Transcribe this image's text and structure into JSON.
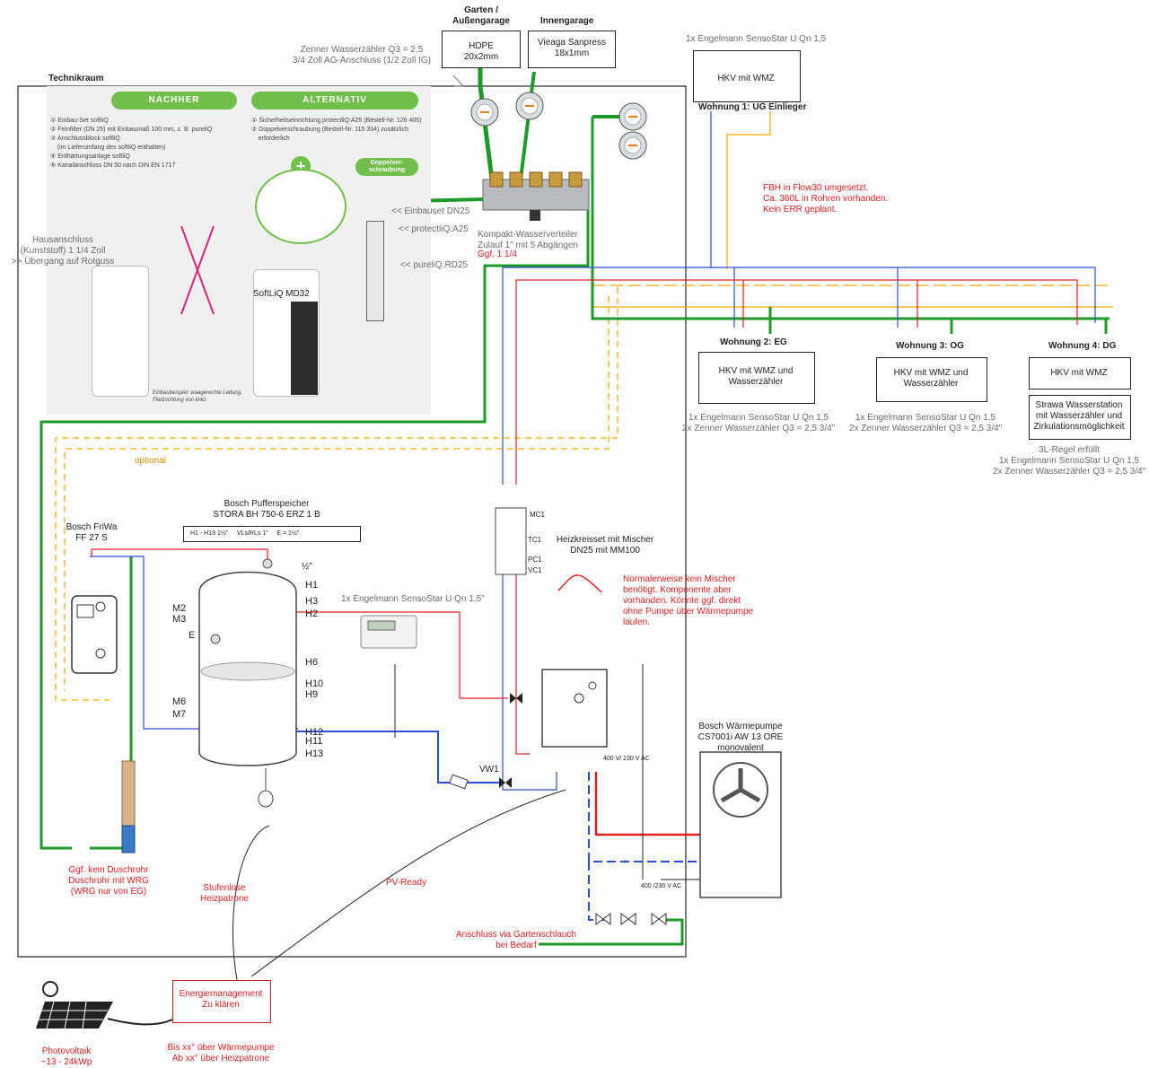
{
  "labels": {
    "technikraum": "Technikraum",
    "garten_title": "Garten /\nAußengarage",
    "innengarage_title": "Innengarage",
    "hdpe": "HDPE\n20x2mm",
    "vieaga": "Vieaga Sanpress\n18x1mm",
    "zenner_main": "Zenner Wasserzähler Q3 = 2,5\n3/4 Zoll AG-Anschluss (1/2 Zoll IG)",
    "engelmann_top": "1x Engelmann SensoStar U Qn 1,5",
    "hkv_wmz_top": "HKV mit WMZ",
    "wohnung1": "Wohnung 1: UG Einlieger",
    "fbh_note": "FBH in Flow30 umgesetzt.\nCa. 360L in Rohren vorhanden.\nKein ERR geplant.",
    "hausanschluss": "Hausanschluss\n(Kunststoff) 1 1/4 Zoll\n>> Übergang auf Rotguss",
    "softliq": "SoftLiQ MD32",
    "einbauset": "<< Einbauset DN25",
    "protectliq": "<< protectliQ:A25",
    "pureliq": "<< pureliQ:RD25",
    "verteiler": "Kompakt-Wasserverteiler\nZulauf 1\" mit 5 Abgängen",
    "verteiler_red": "Ggf. 1 1/4",
    "wohnung2": "Wohnung 2: EG",
    "wohnung3": "Wohnung 3: OG",
    "wohnung4": "Wohnung 4: DG",
    "hkv_w2": "HKV mit WMZ und\nWasserzähler",
    "hkv_w3": "HKV mit WMZ und\nWasserzähler",
    "hkv_w4": "HKV mit WMZ",
    "strawa": "Strawa Wasserstation\nmit Wasserzähler und\nZirkulationsmöglichkeit",
    "meter_w2": "1x Engelmann SensoStar U Qn 1,5\n2x Zenner Wasserzähler Q3 = 2,5 3/4\"",
    "meter_w3": "1x Engelmann SensoStar U Qn 1,5\n2x Zenner Wasserzähler Q3 = 2,5 3/4\"",
    "meter_w4": "3L-Regel erfüllt\n1x Engelmann SensoStar U Qn 1,5\n2x Zenner Wasserzähler Q3 = 2,5 3/4\"",
    "optional": "optional",
    "puffer_title": "Bosch Pufferspeicher\nSTORA BH 750-6 ERZ 1 B",
    "puffer_legend": "H1 - H13 1½\"     VLs/RLs 1\"     E = 1½\"",
    "friwa": "Bosch FriWa\nFF 27 S",
    "heizkreis": "Heizkreisset mit Mischer\nDN25 mit MM100",
    "engelmann_mid": "1x Engelmann SensoStar U Qn 1,5\"",
    "mischer_note": "Normalerweise kein Mischer\nbenötigt. Komponente aber\nvorhanden. Könnte ggf. direkt\nohne Pumpe über Wärmepumpe\nlaufen.",
    "waermepumpe": "Bosch Wärmepumpe\nCS7001i AW 13 ORE\nmonovalent",
    "vw1": "VW1",
    "v400_1": "400 V/ 230 V AC",
    "v400_2": "400 /230 V AC",
    "duschrohr": "Ggf. kein Duschrohr\nDuschrohr mit WRG\n(WRG nur von EG)",
    "heizpatrone": "Stufenlose\nHeizpatrone",
    "pvready": "PV-Ready",
    "gartenschlauch": "Anschluss via Gartenschlauch\nbei Bedarf",
    "energie": "Energiemanagement\nZu klären",
    "energie_sub": "Bis xx° über Wärmepumpe\nAb xx° über Heizpatrone",
    "photovoltaik": "Photovoltaik\n~13 - 24kWp",
    "mc1": "MC1",
    "tc1": "TC1",
    "pc1": "PC1",
    "vc1": "VC1",
    "half_inch": "½\"",
    "h_ports": [
      "H1",
      "H3",
      "H2",
      "H6",
      "H10",
      "H9",
      "H12",
      "H11",
      "H13"
    ],
    "m_ports": [
      "M2",
      "M3",
      "E",
      "M6",
      "M7"
    ]
  },
  "panel": {
    "nachher": "NACHHER",
    "alternativ": "ALTERNATIV",
    "nachher_items": "① Einbau-Set softliQ\n② Feinfilter (DN 25) mit Einbaumaß 100 mm, z. B. pureliQ\n③ Anschlussblock softliQ\n    (im Lieferumfang des softliQ enthalten)\n④ Enthärtungsanlage softliQ\n⑤ Kanalanschluss DN 50 nach DIN EN 1717",
    "alternativ_items": "① Sicherheitseinrichtung protectliQ:A25 (Bestell-Nr. 126 405)\n② Doppelverschraubung (Bestell-Nr. 115 334) zusätzlich\n    erforderlich",
    "doppel": "Doppelver-\nschraubung",
    "caption": "Einbaubeispiel: waagerechte Leitung,\nFließrichtung von links"
  },
  "colors": {
    "green": "#1f9a2a",
    "blue": "#2b4fd0",
    "red": "#e02020",
    "orange": "#f0a800",
    "panel_green": "#6fbf4a"
  }
}
